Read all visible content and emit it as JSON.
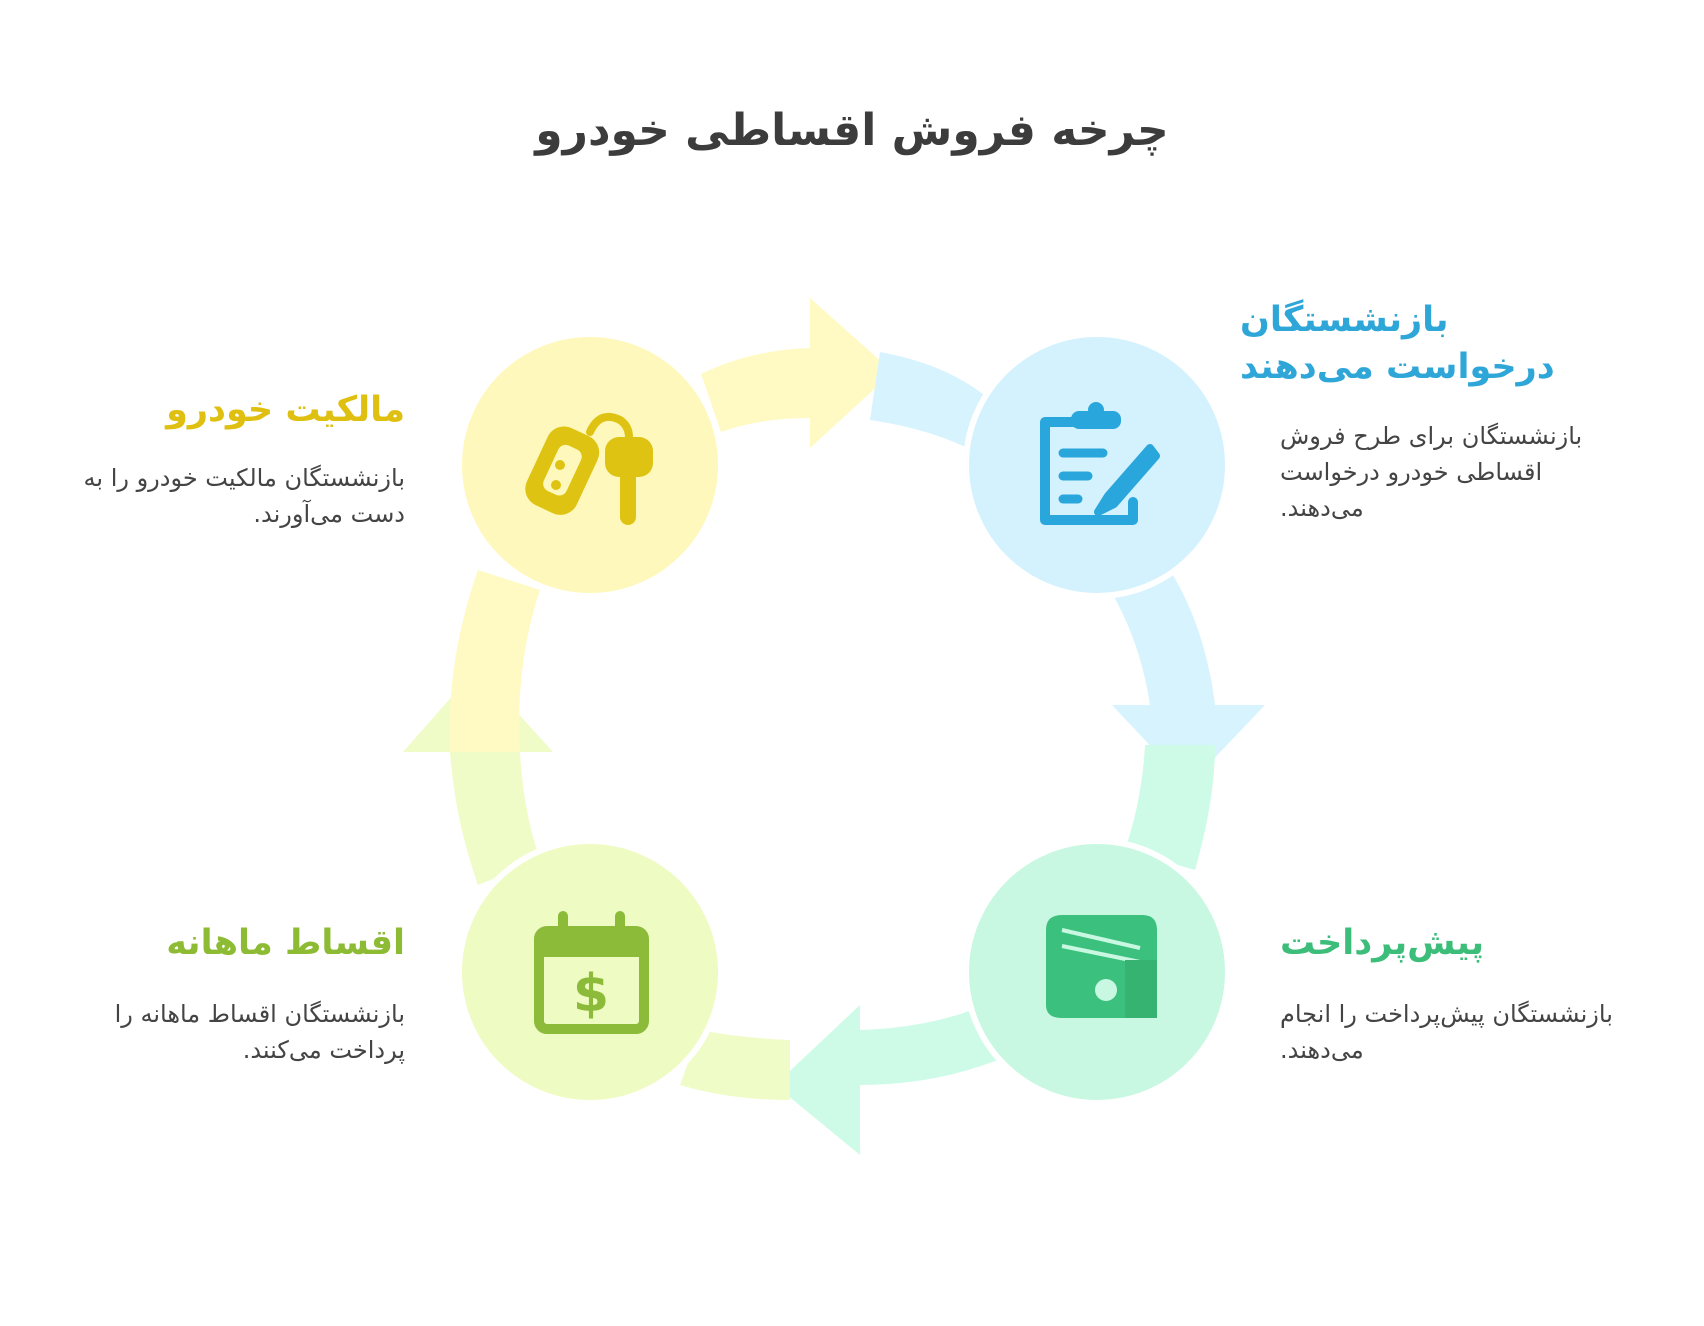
{
  "title": "چرخه فروش اقساطی خودرو",
  "steps": [
    {
      "id": "request",
      "title": "بازنشستگان درخواست می‌دهند",
      "description": "بازنشستگان برای طرح فروش اقساطی خودرو درخواست می‌دهند.",
      "icon": "clipboard-edit-icon",
      "title_color": "#2fa6d8",
      "circle_color": "#d3f2fd",
      "arrow_color": "#d7f3fe",
      "icon_color": "#29a6dc"
    },
    {
      "id": "down-payment",
      "title": "پیش‌پرداخت",
      "description": "بازنشستگان پیش‌پرداخت را انجام می‌دهند.",
      "icon": "wallet-icon",
      "title_color": "#3cbd7a",
      "circle_color": "#c8f8e2",
      "arrow_color": "#cdfbe7",
      "icon_color": "#3cc07d"
    },
    {
      "id": "installments",
      "title": "اقساط ماهانه",
      "description": "بازنشستگان اقساط ماهانه را پرداخت می‌کنند.",
      "icon": "calendar-dollar-icon",
      "title_color": "#8dbb34",
      "circle_color": "#eefbc2",
      "arrow_color": "#effcc8",
      "icon_color": "#8cbb3a"
    },
    {
      "id": "ownership",
      "title": "مالکیت خودرو",
      "description": "بازنشستگان مالکیت خودرو را به دست می‌آورند.",
      "icon": "car-key-icon",
      "title_color": "#dfbf10",
      "circle_color": "#fff8bc",
      "arrow_color": "#fffac3",
      "icon_color": "#dfc313"
    }
  ]
}
